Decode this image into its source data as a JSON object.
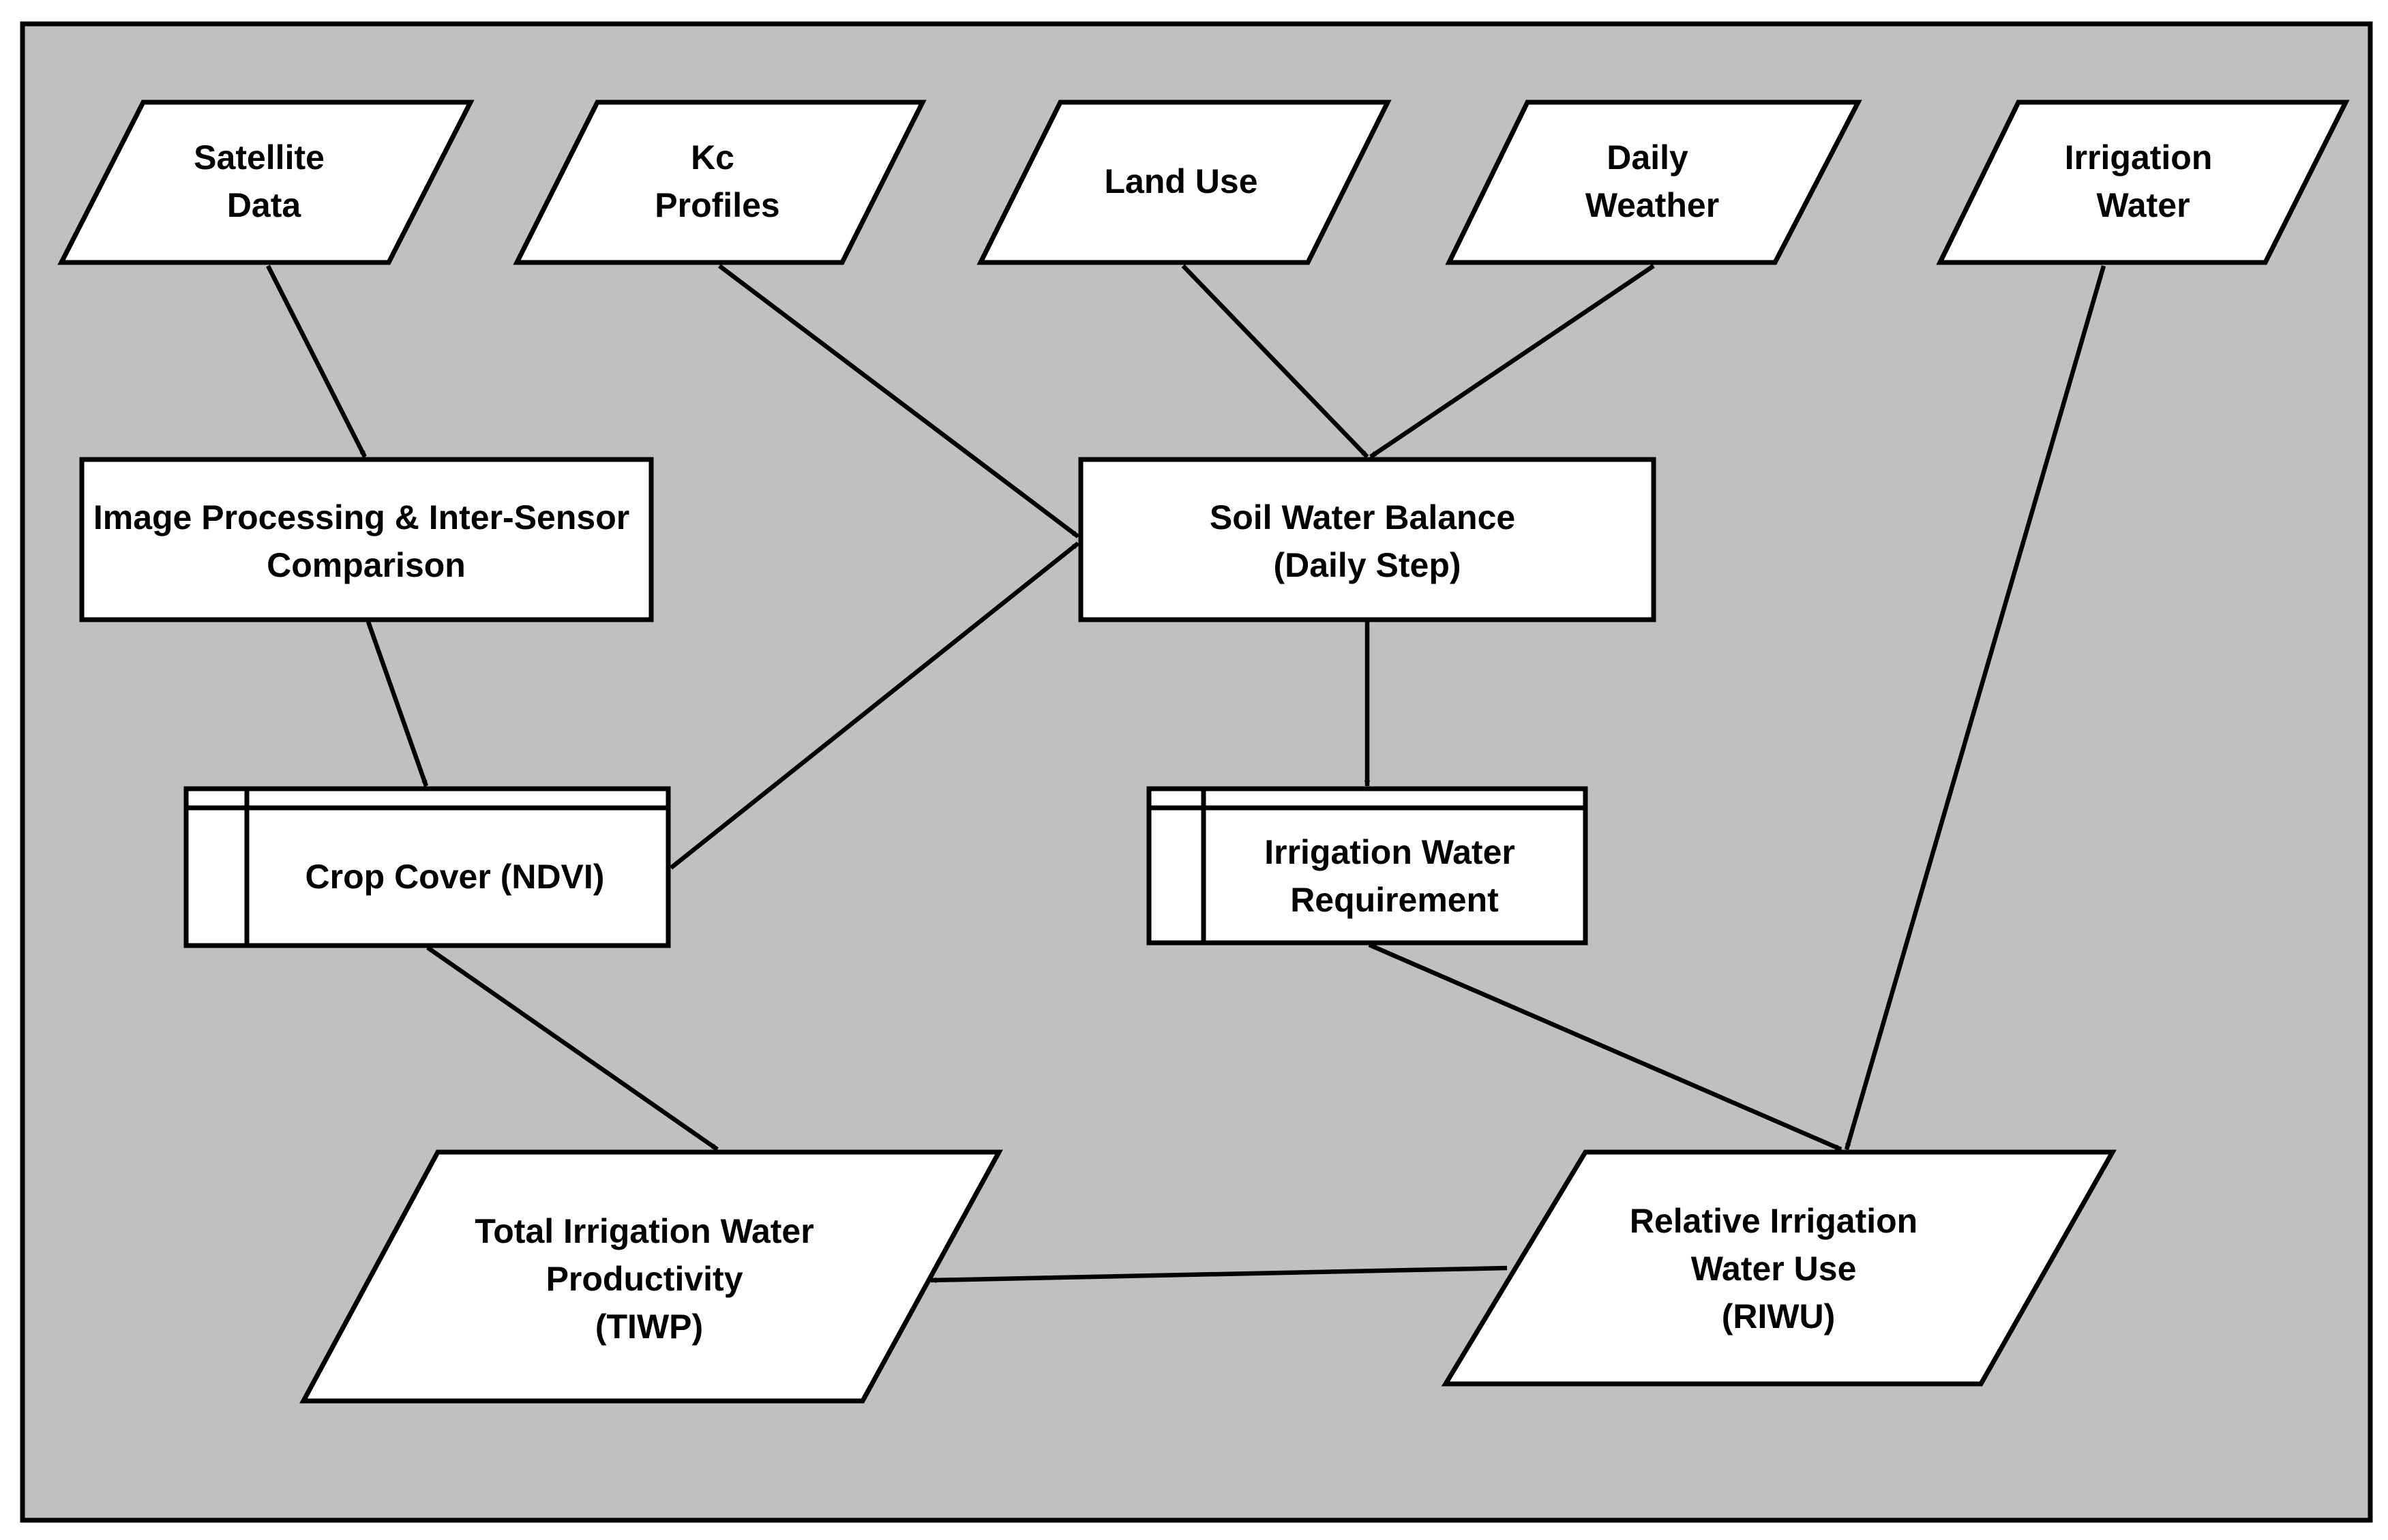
{
  "nodes": {
    "satellite_data": {
      "lines": [
        "Satellite",
        "Data"
      ]
    },
    "kc_profiles": {
      "lines": [
        "Kc",
        "Profiles"
      ]
    },
    "land_use": {
      "lines": [
        "Land Use"
      ]
    },
    "daily_weather": {
      "lines": [
        "Daily",
        "Weather"
      ]
    },
    "irrigation_water": {
      "lines": [
        "Irrigation",
        "Water"
      ]
    },
    "image_processing": {
      "lines": [
        "Image Processing & Inter-Sensor",
        "Comparison"
      ]
    },
    "soil_water_balance": {
      "lines": [
        "Soil Water Balance",
        "(Daily Step)"
      ]
    },
    "crop_cover": {
      "lines": [
        "Crop Cover (NDVI)"
      ]
    },
    "irrigation_water_requirement": {
      "lines": [
        "Irrigation Water",
        "Requirement"
      ]
    },
    "tiwp": {
      "lines": [
        "Total Irrigation Water",
        "Productivity",
        "(TIWP)"
      ]
    },
    "riwu": {
      "lines": [
        "Relative Irrigation",
        "Water Use",
        "(RIWU)"
      ]
    }
  },
  "edges": [
    {
      "from": "satellite_data",
      "to": "image_processing"
    },
    {
      "from": "image_processing",
      "to": "crop_cover"
    },
    {
      "from": "kc_profiles",
      "to": "soil_water_balance"
    },
    {
      "from": "land_use",
      "to": "soil_water_balance"
    },
    {
      "from": "daily_weather",
      "to": "soil_water_balance"
    },
    {
      "from": "crop_cover",
      "to": "soil_water_balance"
    },
    {
      "from": "soil_water_balance",
      "to": "irrigation_water_requirement"
    },
    {
      "from": "irrigation_water_requirement",
      "to": "riwu"
    },
    {
      "from": "irrigation_water",
      "to": "riwu"
    },
    {
      "from": "crop_cover",
      "to": "tiwp"
    },
    {
      "from": "riwu",
      "to": "tiwp"
    }
  ],
  "colors": {
    "background": "#c0c0c0",
    "node_fill": "#ffffff",
    "stroke": "#000000"
  }
}
